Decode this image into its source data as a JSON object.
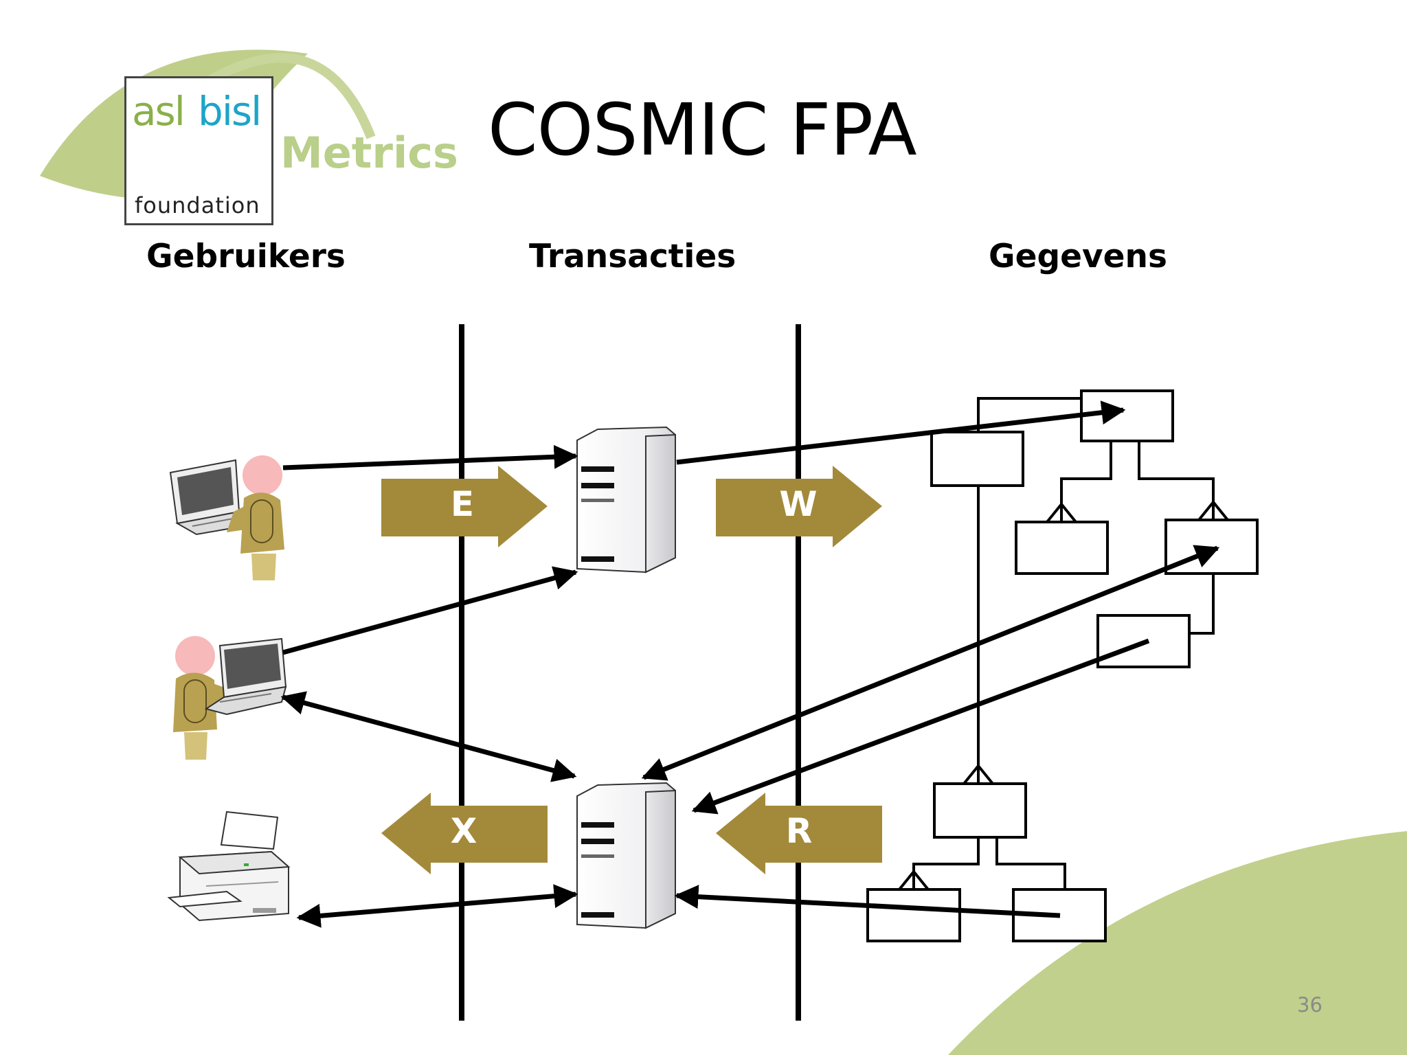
{
  "slide": {
    "title": "COSMIC FPA",
    "page_number": "36"
  },
  "logo": {
    "asl": "asl",
    "bisl": "bisl",
    "foundation": "foundation",
    "metrics": "Metrics"
  },
  "columns": {
    "users": "Gebruikers",
    "transactions": "Transacties",
    "data": "Gegevens"
  },
  "movements": {
    "entry": "E",
    "write": "W",
    "exit": "X",
    "read": "R"
  },
  "colors": {
    "accent_green": "#c1d08c",
    "arrow_gold": "#a38a3a",
    "figure_body": "#b9a152",
    "figure_head": "#f7b9b9",
    "line": "#000000"
  }
}
